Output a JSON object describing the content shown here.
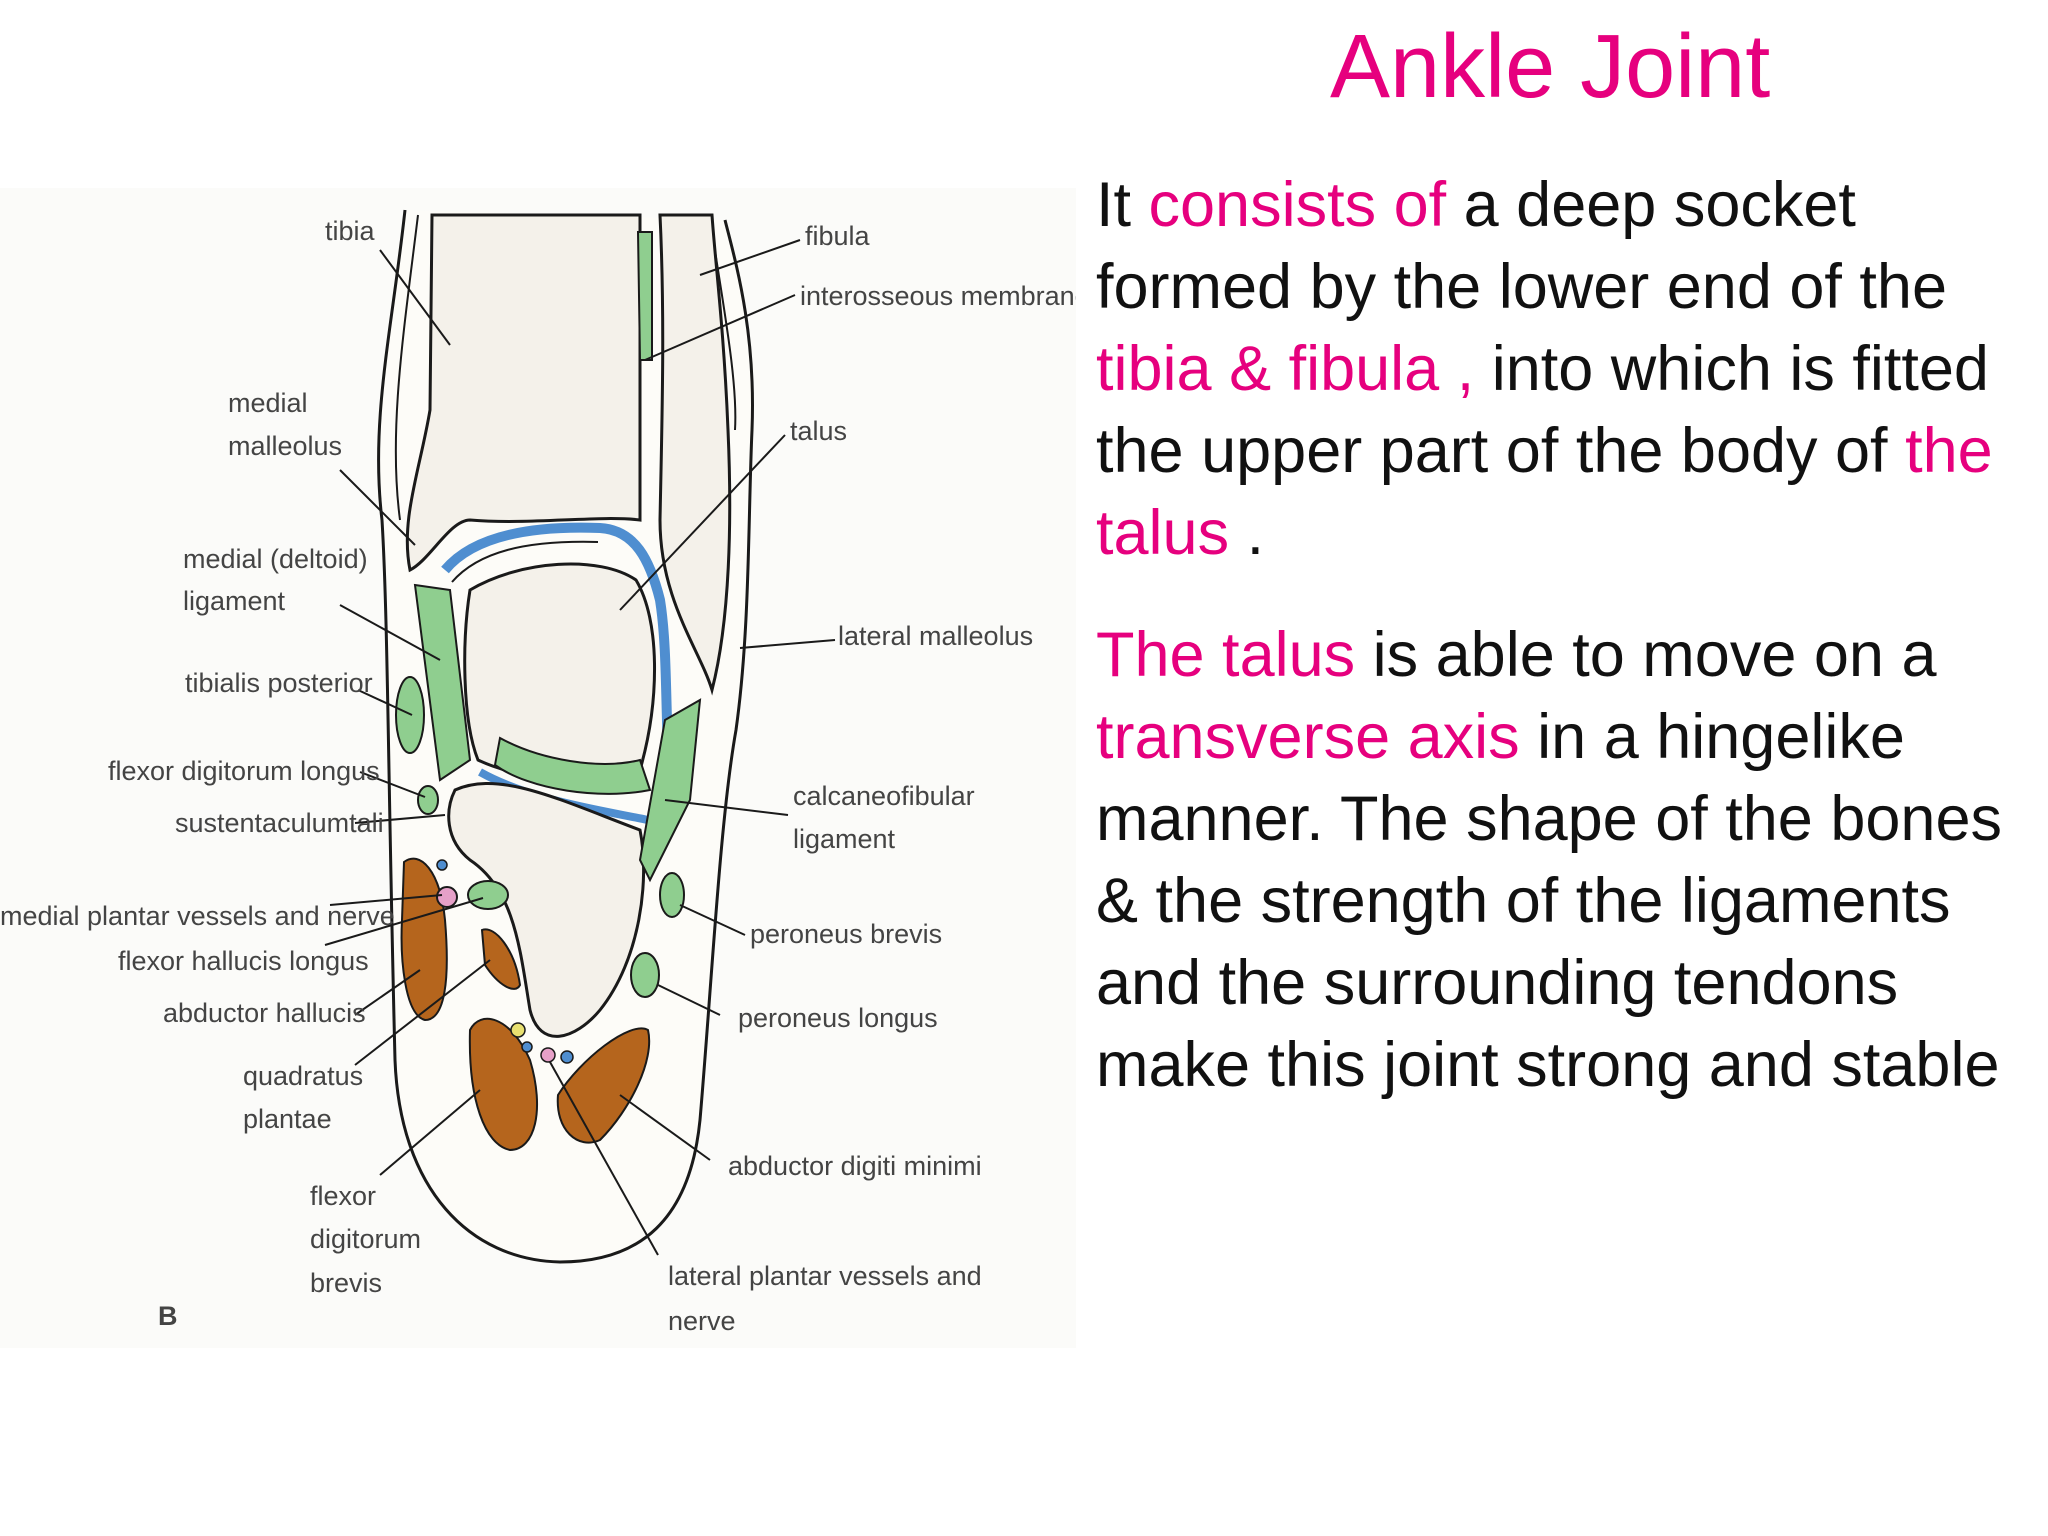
{
  "title": "Ankle Joint",
  "paragraph1": {
    "s1": "It ",
    "s2": "consists of",
    "s3": " a deep socket formed by the lower end of the ",
    "s4": "tibia & fibula ,",
    "s5": " into which is fitted the upper part of the body of ",
    "s6": "the talus",
    "s7": " ."
  },
  "paragraph2": {
    "s1": "The talus",
    "s2": " is able to move on a ",
    "s3": "transverse axis",
    "s4": " in a hingelike manner. The shape of the bones & the strength of the ligaments and the surrounding tendons make this joint strong and stable"
  },
  "figure": {
    "panel_letter": "B",
    "labels": {
      "tibia": "tibia",
      "fibula": "fibula",
      "interosseous_membrane": "interosseous membrane",
      "medial_malleolus_1": "medial",
      "medial_malleolus_2": "malleolus",
      "talus": "talus",
      "deltoid_1": "medial (deltoid)",
      "deltoid_2": "ligament",
      "lateral_malleolus": "lateral malleolus",
      "tibialis_posterior": "tibialis posterior",
      "fdl": "flexor digitorum longus",
      "calcaneofibular_1": "calcaneofibular",
      "calcaneofibular_2": "ligament",
      "sustentaculum": "sustentaculumtali",
      "medial_plantar": "medial plantar vessels and nerve",
      "peroneus_brevis": "peroneus brevis",
      "fhl": "flexor hallucis longus",
      "abductor_hallucis": "abductor hallucis",
      "peroneus_longus": "peroneus longus",
      "quadratus_1": "quadratus",
      "quadratus_2": "plantae",
      "abductor_digiti": "abductor digiti minimi",
      "fdb_1": "flexor",
      "fdb_2": "digitorum",
      "fdb_3": "brevis",
      "lateral_plantar_1": "lateral plantar vessels and",
      "lateral_plantar_2": "nerve"
    },
    "colors": {
      "ligament": "#8fce8f",
      "cartilage": "#4f8ed0",
      "muscle": "#b5651d",
      "bone_outline": "#1a1a1a"
    }
  }
}
